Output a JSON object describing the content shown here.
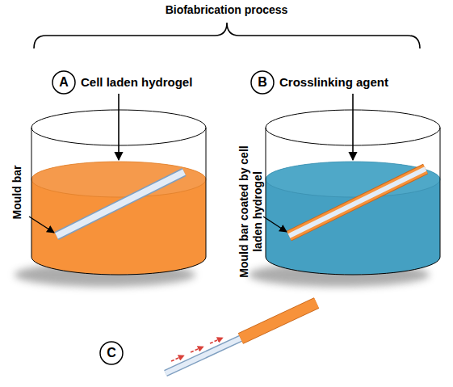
{
  "diagram": {
    "title": "Biofabrication process",
    "nodes": [
      {
        "text": [
          "A"
        ]
      },
      {
        "text": [
          "B"
        ]
      },
      {
        "text": [
          "C"
        ]
      }
    ],
    "labels": [
      "Cell laden hydrogel",
      "Crosslinking agent",
      "Mould bar",
      "Mould bar coated by cell laden hydrogel"
    ]
  }
}
